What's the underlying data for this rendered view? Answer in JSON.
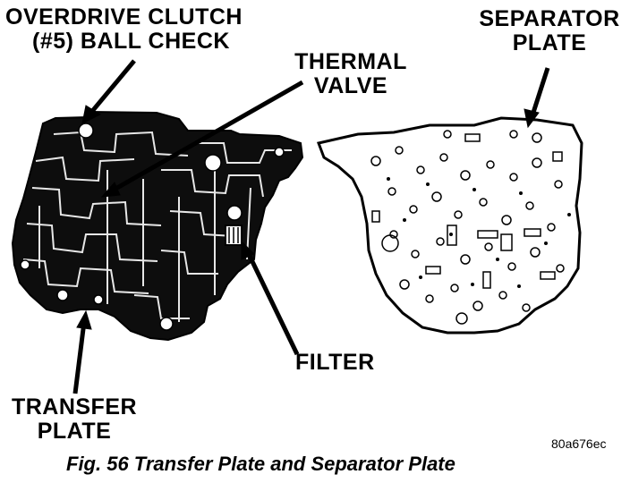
{
  "labels": {
    "overdrive_line1": "OVERDRIVE CLUTCH",
    "overdrive_line2": "(#5) BALL CHECK",
    "thermal_line1": "THERMAL",
    "thermal_line2": "VALVE",
    "separator_line1": "SEPARATOR",
    "separator_line2": "PLATE",
    "filter": "FILTER",
    "transfer_line1": "TRANSFER",
    "transfer_line2": "PLATE"
  },
  "figure_code": "80a676ec",
  "caption": "Fig. 56 Transfer Plate and Separator Plate"
}
